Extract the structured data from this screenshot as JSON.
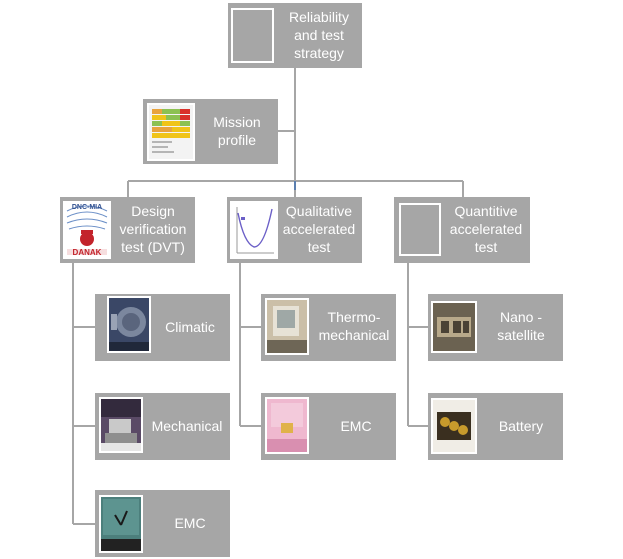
{
  "diagram": {
    "root": {
      "label_lines": [
        "Reliability",
        "and test",
        "strategy"
      ]
    },
    "mission": {
      "label_lines": [
        "Mission",
        "profile"
      ]
    },
    "columns": [
      {
        "header_lines": [
          "Design",
          "verification",
          "test (DVT)"
        ],
        "logo_text_top": "DNC-MIA",
        "logo_text_bottom": "DANAK",
        "children": [
          {
            "label_lines": [
              "Climatic"
            ]
          },
          {
            "label_lines": [
              "Mechanical"
            ]
          },
          {
            "label_lines": [
              "EMC"
            ]
          }
        ]
      },
      {
        "header_lines": [
          "Qualitative",
          "accelerated",
          "test"
        ],
        "children": [
          {
            "label_lines": [
              "Thermo-",
              "mechanical"
            ]
          },
          {
            "label_lines": [
              "EMC"
            ]
          }
        ]
      },
      {
        "header_lines": [
          "Quantitive",
          "accelerated",
          "test"
        ],
        "children": [
          {
            "label_lines": [
              "Nano -",
              "satellite"
            ]
          },
          {
            "label_lines": [
              "Battery"
            ]
          }
        ]
      }
    ]
  },
  "colors": {
    "box": "#a6a6a6",
    "connector": "#a6a6a6",
    "text": "#ffffff"
  }
}
